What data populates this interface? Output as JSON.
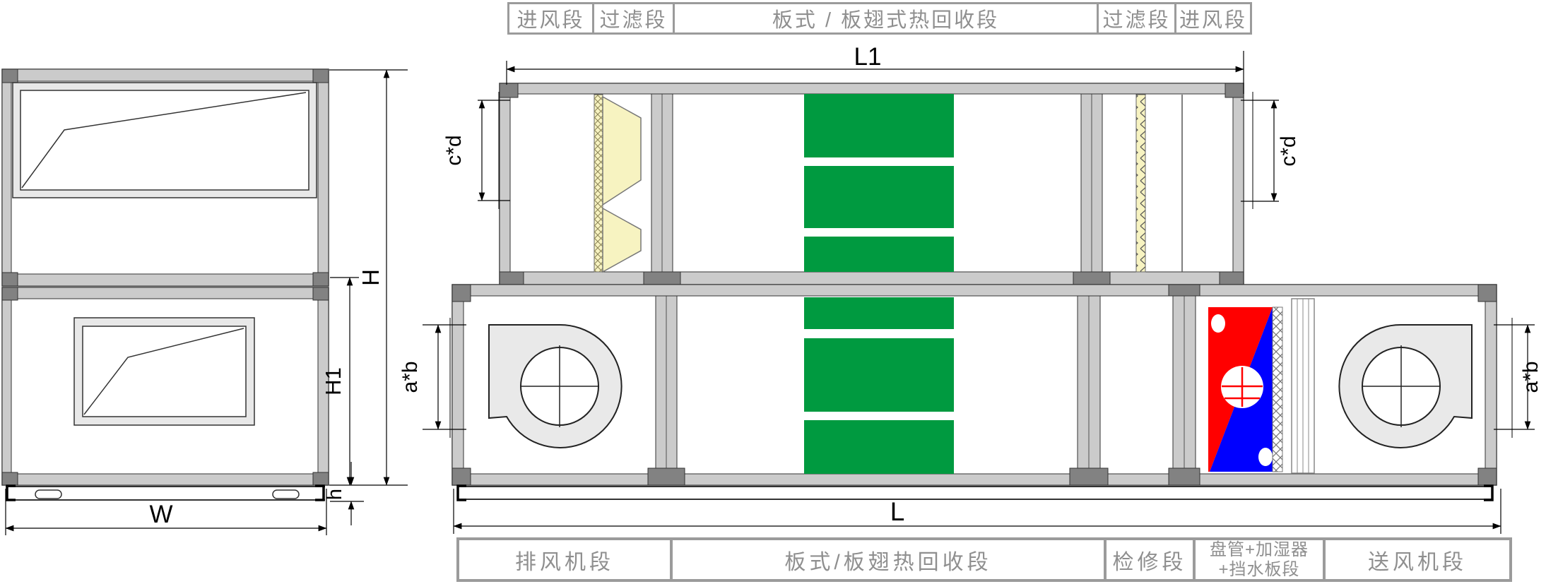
{
  "top_table": {
    "cells": [
      {
        "label": "进风段"
      },
      {
        "label": "过滤段"
      },
      {
        "label": "板式 / 板翅式热回收段"
      },
      {
        "label": "过滤段"
      },
      {
        "label": "进风段"
      }
    ]
  },
  "bottom_table": {
    "cells": [
      {
        "label": "排风机段"
      },
      {
        "label": "板式/板翅热回收段"
      },
      {
        "label": "检修段"
      },
      {
        "label_line1": "盘管+加湿器",
        "label_line2": "+挡水板段"
      },
      {
        "label": "送风机段"
      }
    ]
  },
  "dimensions": {
    "length_total": "L",
    "length_upper": "L1",
    "width": "W",
    "height_total": "H",
    "height_lower": "H1",
    "base_height": "h",
    "upper_duct_size_left": "c*d",
    "upper_duct_size_right": "c*d",
    "fan_outlet_size_left": "a*b",
    "fan_outlet_size_right": "a*b"
  },
  "colors": {
    "heat_exchanger_green": "#009a40",
    "coil_red": "#ff0000",
    "coil_blue": "#0000ff",
    "filter_yellow": "#f7f3c1",
    "frame_gray": "#cbcbcb",
    "corner_dark_gray": "#828282",
    "table_border_gray": "#9b9b9b",
    "table_text_gray": "#8f8f8f"
  }
}
